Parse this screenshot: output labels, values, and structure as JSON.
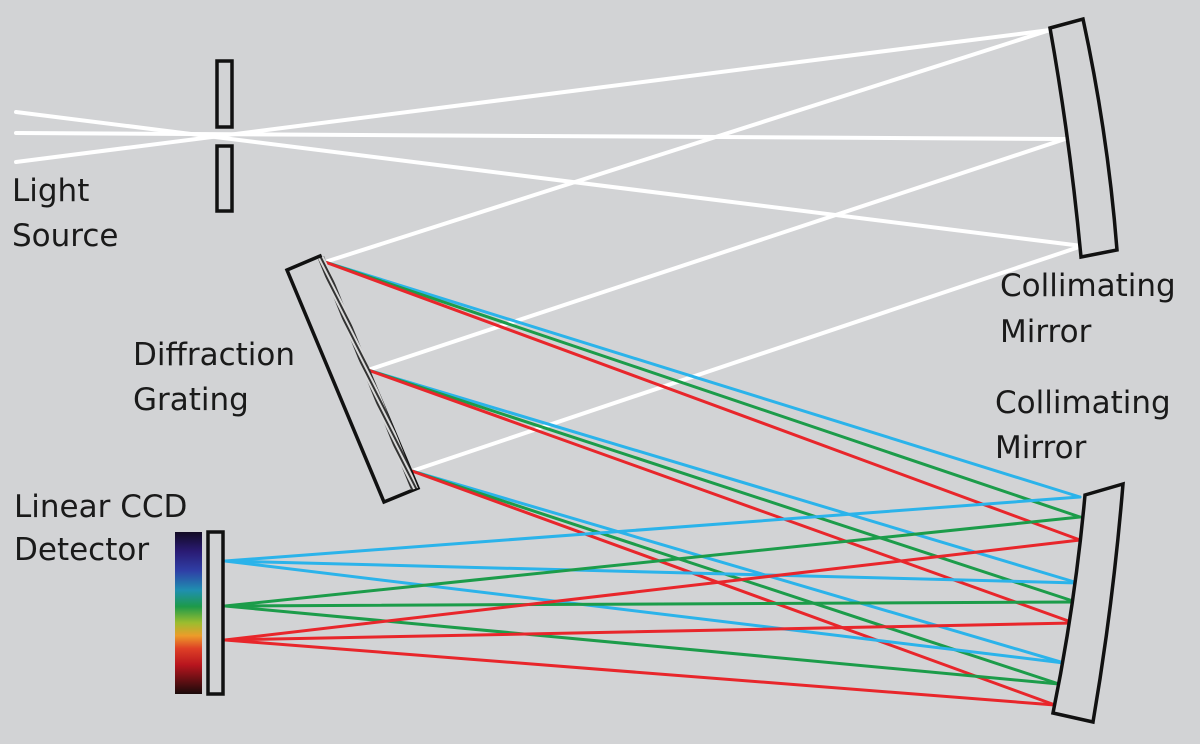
{
  "labels": {
    "light_source": [
      "Light",
      "Source"
    ],
    "diffraction_grating": [
      "Diffraction",
      "Grating"
    ],
    "collimating_mirror_top": [
      "Collimating",
      "Mirror"
    ],
    "collimating_mirror_bottom": [
      "Collimating",
      "Mirror"
    ],
    "detector": [
      "Linear CCD",
      "Detector"
    ]
  },
  "colors": {
    "background": "#d2d3d5",
    "white_light": "#ffffff",
    "blue": "#2bb3ea",
    "green": "#1c9c4a",
    "red": "#e8262b",
    "outline": "#111111"
  }
}
